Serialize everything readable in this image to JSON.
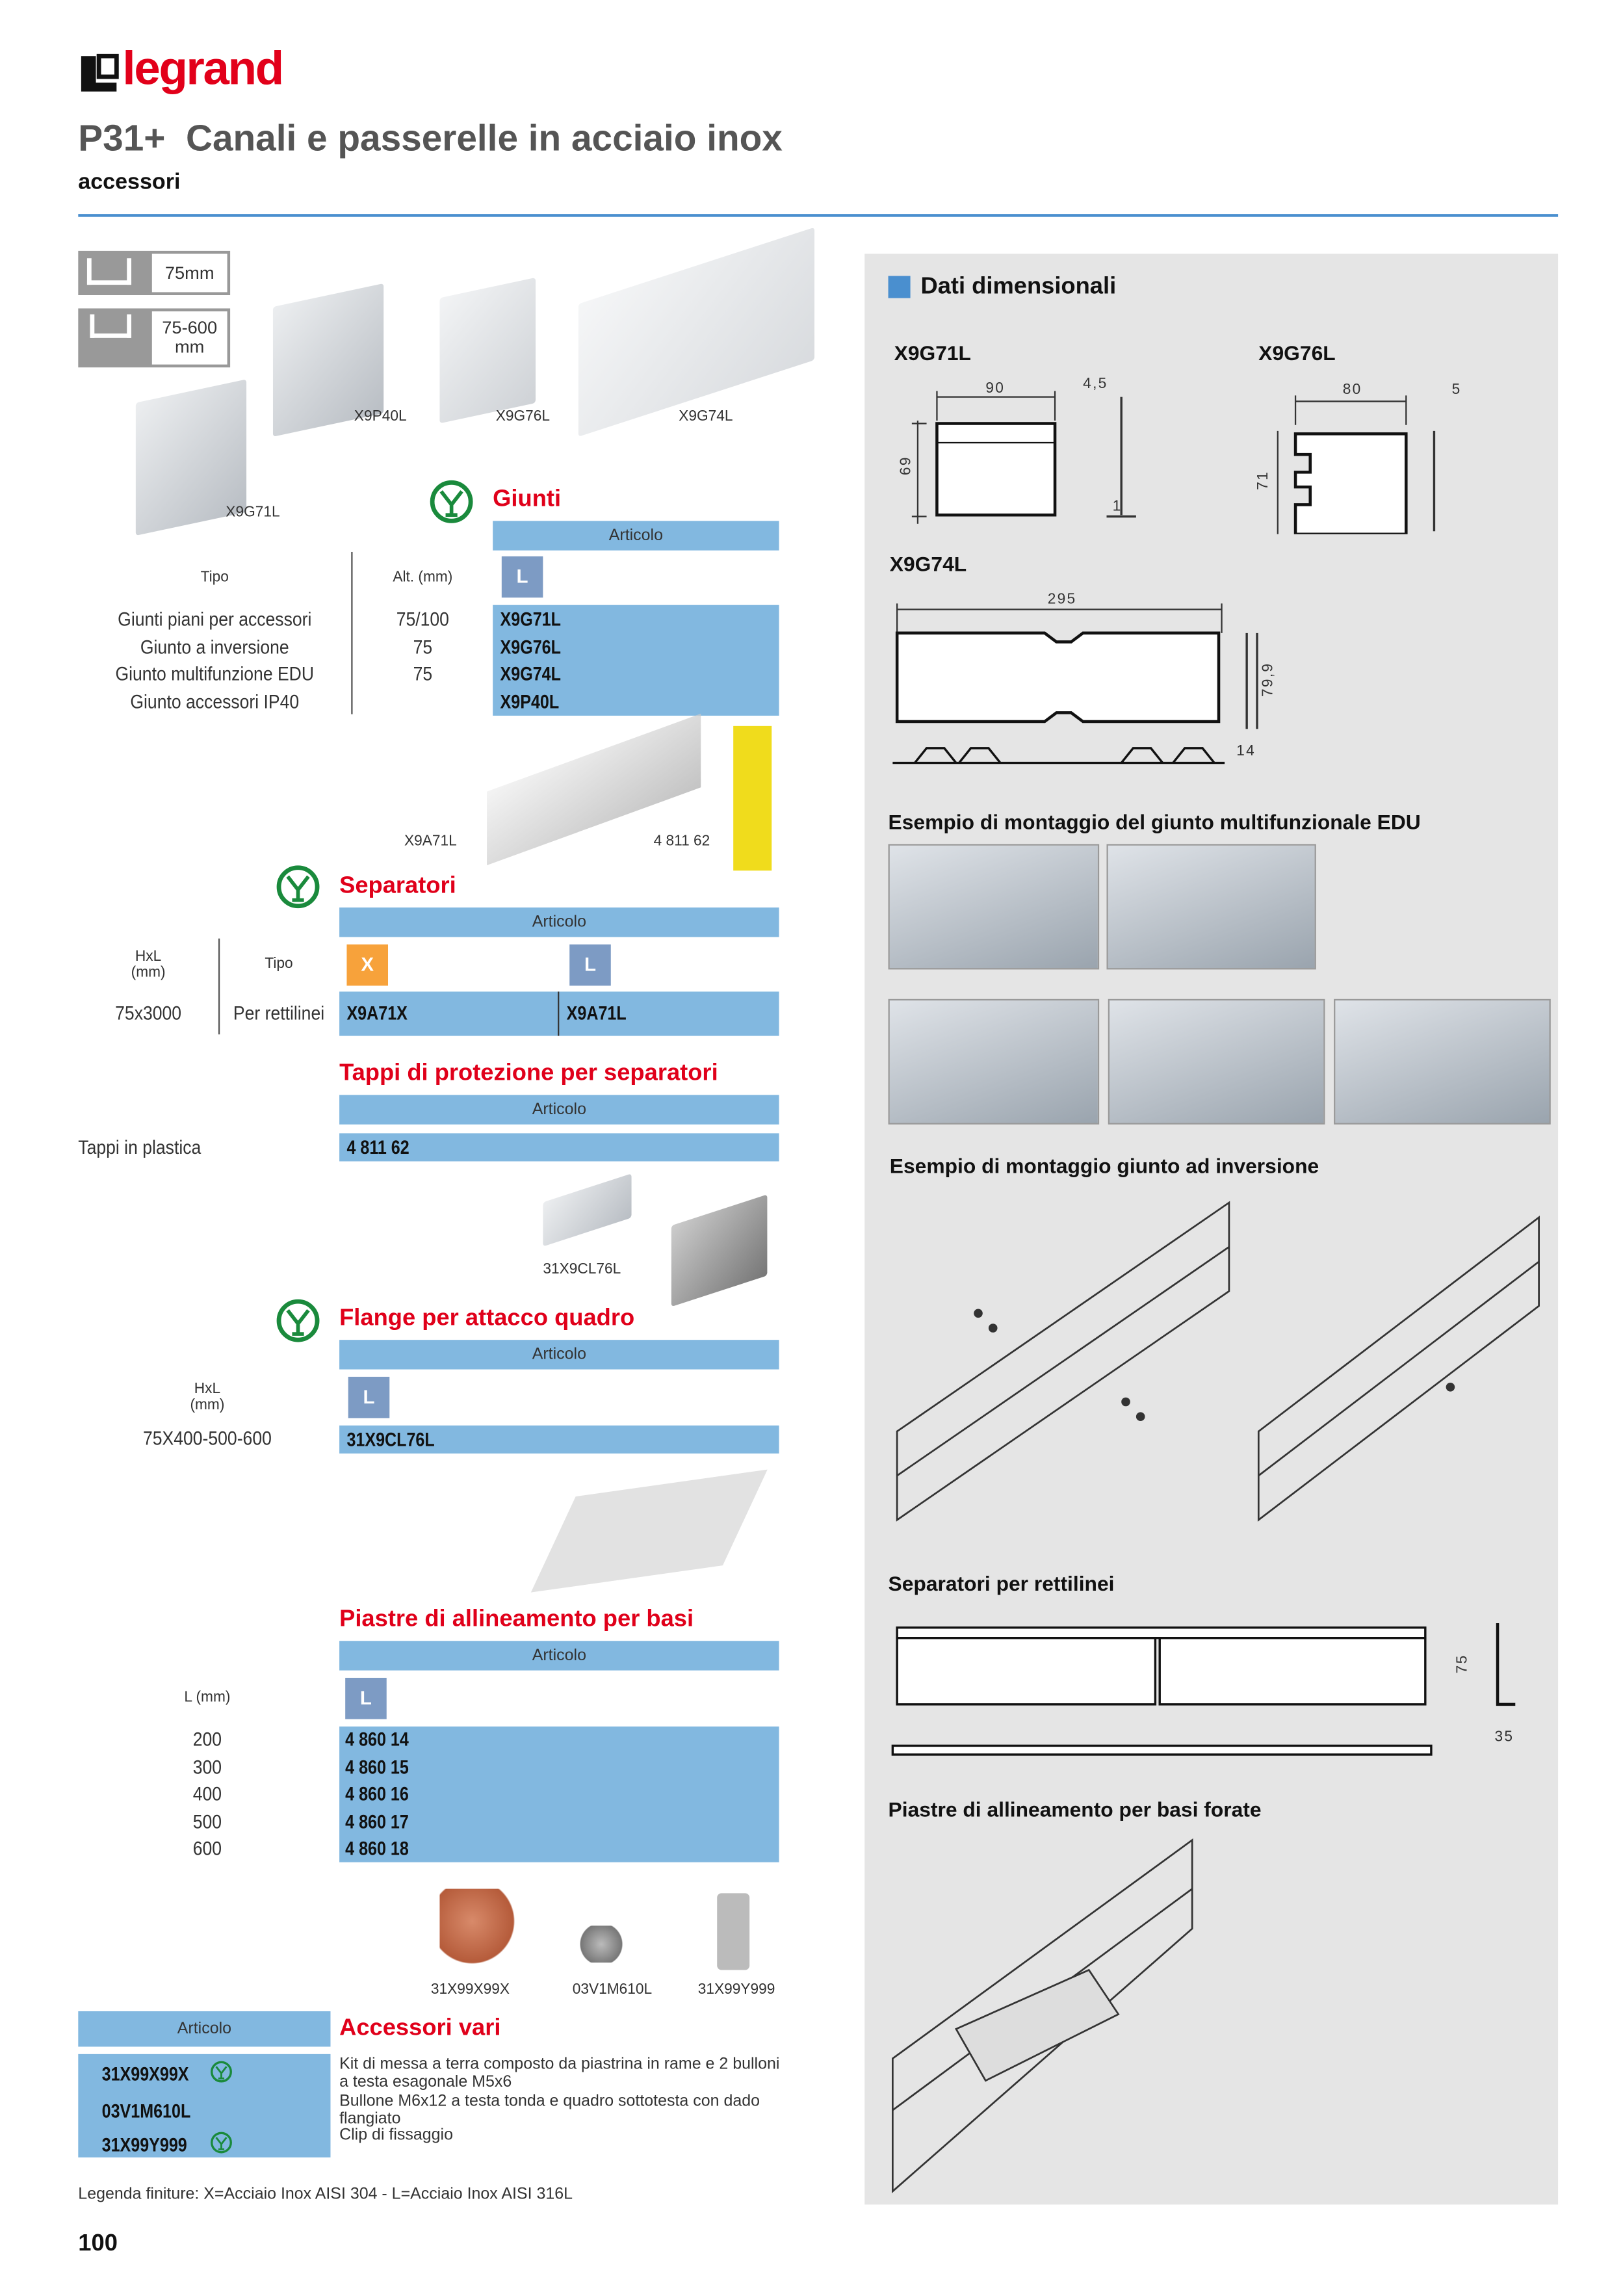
{
  "brand": "legrand",
  "header": {
    "title": "P31+  Canali e passerelle in acciaio inox",
    "subtitle": "accessori"
  },
  "specs": {
    "height": "75mm",
    "width_line1": "75-600",
    "width_line2": "mm"
  },
  "product_images": [
    "X9P40L",
    "X9G76L",
    "X9G74L",
    "X9G71L",
    "X9A71L",
    "4 811 62",
    "31X9CL76L",
    "31X99X99X",
    "03V1M610L",
    "31X99Y999"
  ],
  "giunti": {
    "title": "Giunti",
    "articolo": "Articolo",
    "col_tipo": "Tipo",
    "col_alt": "Alt. (mm)",
    "finish": "L",
    "rows": [
      {
        "tipo": "Giunti piani per accessori",
        "alt": "75/100",
        "code": "X9G71L"
      },
      {
        "tipo": "Giunto a inversione",
        "alt": "75",
        "code": "X9G76L"
      },
      {
        "tipo": "Giunto multifunzione EDU",
        "alt": "75",
        "code": "X9G74L"
      },
      {
        "tipo": "Giunto accessori IP40",
        "alt": "",
        "code": "X9P40L"
      }
    ]
  },
  "separatori": {
    "title": "Separatori",
    "articolo": "Articolo",
    "col_hxl": "HxL",
    "col_mm": "(mm)",
    "col_tipo": "Tipo",
    "finish_x": "X",
    "finish_l": "L",
    "row": {
      "hxl": "75x3000",
      "tipo": "Per rettilinei",
      "code_x": "X9A71X",
      "code_l": "X9A71L"
    }
  },
  "tappi": {
    "title": "Tappi di protezione per separatori",
    "articolo": "Articolo",
    "label": "Tappi in plastica",
    "code": "4 811 62"
  },
  "flange": {
    "title": "Flange per attacco quadro",
    "articolo": "Articolo",
    "col_hxl": "HxL",
    "col_mm": "(mm)",
    "finish": "L",
    "row": {
      "hxl": "75X400-500-600",
      "code": "31X9CL76L"
    }
  },
  "piastre": {
    "title": "Piastre di allineamento per basi",
    "articolo": "Articolo",
    "col_l": "L (mm)",
    "finish": "L",
    "rows": [
      {
        "l": "200",
        "code": "4 860 14"
      },
      {
        "l": "300",
        "code": "4 860 15"
      },
      {
        "l": "400",
        "code": "4 860 16"
      },
      {
        "l": "500",
        "code": "4 860 17"
      },
      {
        "l": "600",
        "code": "4 860 18"
      }
    ]
  },
  "accessori": {
    "title": "Accessori vari",
    "articolo": "Articolo",
    "rows": [
      {
        "code": "31X99X99X",
        "desc": "Kit di messa a terra composto da piastrina in rame e 2 bulloni a testa esagonale M5x6",
        "cert": true
      },
      {
        "code": "03V1M610L",
        "desc": "Bullone M6x12 a testa tonda e quadro sottotesta con dado flangiato",
        "cert": false
      },
      {
        "code": "31X99Y999",
        "desc": "Clip di fissaggio",
        "cert": true
      }
    ]
  },
  "legend": "Legenda finiture: X=Acciaio Inox AISI 304 - L=Acciaio Inox AISI 316L",
  "page_number": "100",
  "right": {
    "title": "Dati dimensionali",
    "d1": {
      "name": "X9G71L",
      "w": "90",
      "t": "4,5",
      "h": "69",
      "b": "1"
    },
    "d2": {
      "name": "X9G76L",
      "w": "80",
      "t": "5",
      "h": "71"
    },
    "d3": {
      "name": "X9G74L",
      "w": "295",
      "h": "79,9",
      "b": "14"
    },
    "s1": "Esempio di montaggio del giunto multifunzionale EDU",
    "s2": "Esempio di montaggio giunto ad inversione",
    "s3": "Separatori per rettilinei",
    "s3_h": "75",
    "s3_b": "35",
    "s4": "Piastre di allineamento per basi forate"
  },
  "colors": {
    "accent_blue": "#82b8e0",
    "title_red": "#e0001a",
    "logo_red": "#e2001a",
    "rule_blue": "#4a8fcf",
    "panel_gray": "#e5e5e5"
  }
}
